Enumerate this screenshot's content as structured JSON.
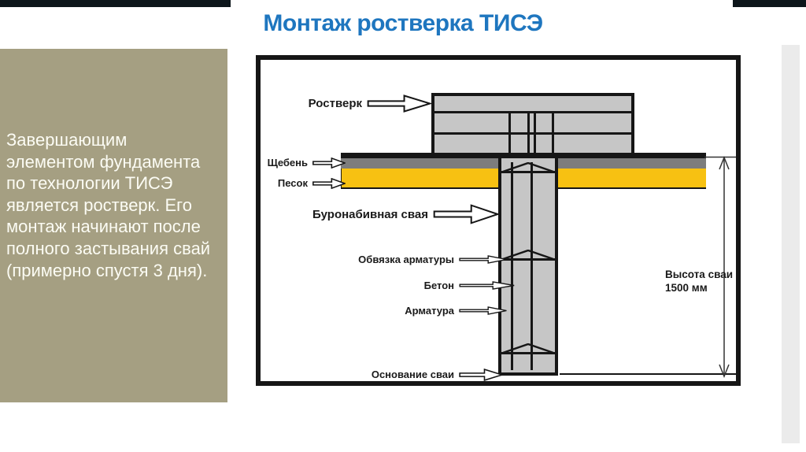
{
  "slide": {
    "title": "Монтаж ростверка ТИСЭ"
  },
  "sidebar": {
    "lines": [
      "Завершающим",
      "элементом фундамента",
      "по технологии ТИСЭ",
      "является ростверк. Его",
      "монтаж начинают после",
      "полного застывания свай",
      "(примерно спустя 3 дня)."
    ]
  },
  "diagram": {
    "labels": {
      "rostverk": "Ростверк",
      "shcheben": "Щебень",
      "pesok": "Песок",
      "buronabivnaya_svaya": "Буронабивная свая",
      "obvyazka_armatury": "Обвязка арматуры",
      "beton": "Бетон",
      "armatura": "Арматура",
      "osnovanie_svai": "Основание сваи"
    },
    "dimension": {
      "line1": "Высота сваи",
      "line2": "1500 мм"
    }
  },
  "colors": {
    "title_blue": "#1e76bf",
    "sidebar_olive": "#a59f82",
    "sand_yellow": "#f7c112",
    "gravel_gray": "#7d7d7d",
    "concrete_gray": "#c6c6c6",
    "top_bar": "#0d161b",
    "frame_black": "#161616"
  }
}
